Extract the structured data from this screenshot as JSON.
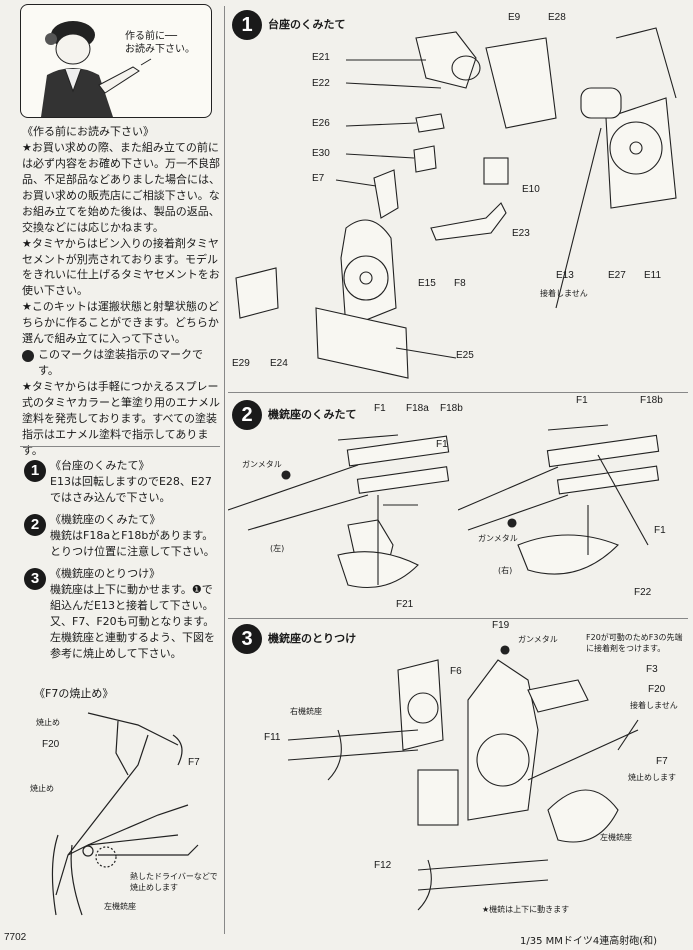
{
  "header_bubble": "作る前に──\nお読み下さい。",
  "intro": {
    "title": "《作る前にお読み下さい》",
    "paragraphs": [
      "★お買い求めの際、また組み立ての前には必ず内容をお確め下さい。万一不良部品、不足部品などありました場合には、お買い求めの販売店にご相談下さい。なお組み立てを始めた後は、製品の返品、交換などには応じかねます。",
      "★タミヤからはビン入りの接着剤タミヤセメントが別売されております。モデルをきれいに仕上げるタミヤセメントをお使い下さい。",
      "★このキットは運搬状態と射撃状態のどちらかに作ることができます。どちらか選んで組み立てに入って下さい。",
      "このマークは塗装指示のマークです。",
      "★タミヤからは手軽につかえるスプレー式のタミヤカラーと筆塗り用のエナメル塗料を発売しております。すべての塗装指示はエナメル塗料で指示してあります。"
    ]
  },
  "notes": [
    {
      "num": "1",
      "title": "《台座のくみたて》",
      "text": "E13は回転しますのでE28、E27ではさみ込んで下さい。"
    },
    {
      "num": "2",
      "title": "《機銃座のくみたて》",
      "text": "機銃はF18aとF18bがあります。とりつけ位置に注意して下さい。"
    },
    {
      "num": "3",
      "title": "《機銃座のとりつけ》",
      "text": "機銃座は上下に動かせます。❶で組込んだE13と接着して下さい。又、F7、F20も可動となります。左機銃座と連動するよう、下図を参考に焼止めして下さい。"
    }
  ],
  "f7_section": {
    "title": "《F7の焼止め》",
    "labels": {
      "yakidome_top": "焼止め",
      "f20": "F20",
      "f7": "F7",
      "yakidome_left": "焼止め",
      "driver": "熱したドライバーなどで焼止めします",
      "left_mount": "左機銃座"
    }
  },
  "steps": [
    {
      "num": "1",
      "title": "台座のくみたて"
    },
    {
      "num": "2",
      "title": "機銃座のくみたて"
    },
    {
      "num": "3",
      "title": "機銃座のとりつけ"
    }
  ],
  "step1_labels": {
    "E9": "E9",
    "E28": "E28",
    "E21": "E21",
    "E22": "E22",
    "E26": "E26",
    "E30": "E30",
    "E7": "E7",
    "E10": "E10",
    "E23": "E23",
    "E15": "E15",
    "F8": "F8",
    "E13": "E13",
    "E27": "E27",
    "E11": "E11",
    "E29": "E29",
    "E24": "E24",
    "E25": "E25",
    "no_glue": "接着しません"
  },
  "step2_labels": {
    "left": {
      "F1a": "F1",
      "F18a": "F18a",
      "F18b": "F18b",
      "F1b": "F1",
      "gunmetal": "ガンメタル",
      "side": "(左)",
      "F21": "F21"
    },
    "right": {
      "F1a": "F1",
      "F18b": "F18b",
      "gunmetal": "ガンメタル",
      "side": "(右)",
      "F1b": "F1",
      "F22": "F22"
    }
  },
  "step3_labels": {
    "F19": "F19",
    "gunmetal": "ガンメタル",
    "F20_note": "F20が可動のためF3の先端に接着剤をつけます。",
    "F6": "F6",
    "F3": "F3",
    "F20": "F20",
    "no_glue": "接着しません",
    "right_mount": "右機銃座",
    "F11": "F11",
    "F7": "F7",
    "yakidome": "焼止めします",
    "left_mount": "左機銃座",
    "F12": "F12",
    "move_note": "★機銃は上下に動きます"
  },
  "footer": {
    "code": "7702",
    "title": "1/35 MMドイツ4連高射砲(和)"
  }
}
